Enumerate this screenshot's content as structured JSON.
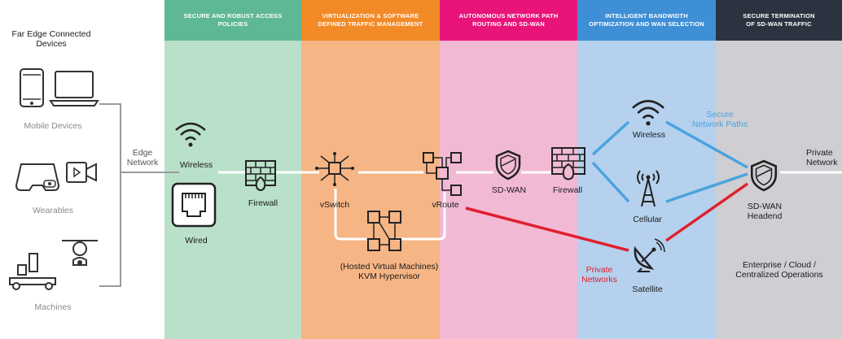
{
  "headers": {
    "access": "SECURE AND ROBUST  ACCESS\nPOLICIES",
    "virtualization": "VIRTUALIZATION & SOFTWARE\nDEFINED TRAFFIC MANAGEMENT",
    "routing": "AUTONOMOUS NETWORK PATH\nROUTING AND SD-WAN",
    "bandwidth": "INTELLIGENT BANDWIDTH\nOPTIMIZATION AND WAN SELECTION",
    "termination": "SECURE TERMINATION\nOF SD-WAN TRAFFIC"
  },
  "colors": {
    "access_header": "#5fb894",
    "access_bg": "#b9e0c9",
    "virtualization_header": "#f28a27",
    "virtualization_bg": "#f6b585",
    "routing_header": "#e9147a",
    "routing_bg": "#f2b9d5",
    "bandwidth_header": "#3f8fd6",
    "bandwidth_bg": "#b5d1ee",
    "termination_header": "#2c3340",
    "termination_bg": "#cfced2",
    "secure_path": "#4aa3dd",
    "private_path": "#e0202e"
  },
  "devices": {
    "title": "Far Edge Connected\nDevices",
    "mobile": "Mobile Devices",
    "wearables": "Wearables",
    "machines": "Machines",
    "edge_network": "Edge\nNetwork"
  },
  "nodes": {
    "wireless": "Wireless",
    "wired": "Wired",
    "firewall1": "Firewall",
    "vswitch": "vSwitch",
    "vroute": "vRoute",
    "hypervisor": "(Hosted Virtual Machines)\nKVM Hypervisor",
    "sdwan": "SD-WAN",
    "firewall2": "Firewall",
    "wireless2": "Wireless",
    "cellular": "Cellular",
    "satellite": "Satellite",
    "headend": "SD-WAN\nHeadend",
    "private_network": "Private\nNetwork",
    "enterprise": "Enterprise / Cloud /\nCentralized Operations",
    "secure_paths": "Secure\nNetwork Paths",
    "private_networks": "Private\nNetworks"
  }
}
